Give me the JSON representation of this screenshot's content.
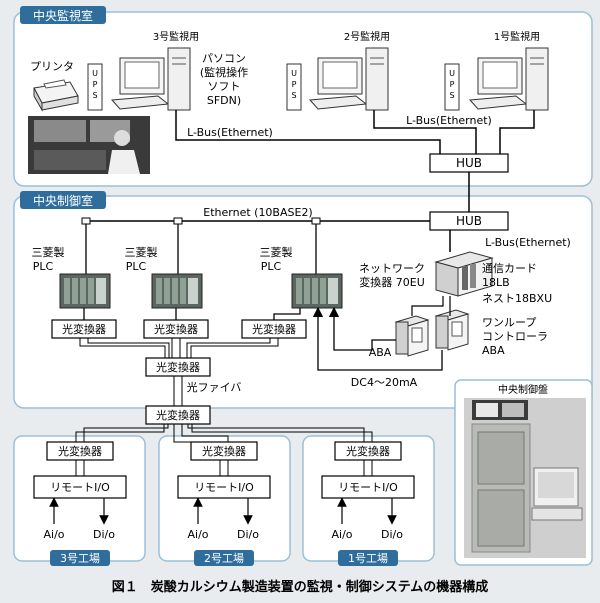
{
  "rooms": {
    "monitor": "中央監視室",
    "control": "中央制御室"
  },
  "pcs": {
    "pc3_label": "3号監視用",
    "pc2_label": "2号監視用",
    "pc1_label": "1号監視用",
    "pc_desc": [
      "パソコン",
      "(監視操作",
      "ソフト",
      "SFDN)"
    ]
  },
  "ups": "UPS",
  "printer": "プリンタ",
  "network": {
    "lbus_upper_left": "L-Bus(Ethernet)",
    "lbus_upper_right": "L-Bus(Ethernet)",
    "hub": "HUB",
    "ethernet": "Ethernet (10BASE2)",
    "lbus_lower": "L-Bus(Ethernet)"
  },
  "plc": {
    "maker": "三菱製",
    "name": "PLC"
  },
  "converter": "光変換器",
  "fiber": "光ファイバ",
  "netconv": [
    "ネットワーク",
    "変換器 70EU"
  ],
  "comcard": [
    "通信カード",
    "18LB",
    "ネスト18BXU"
  ],
  "oneloop": [
    "ワンループ",
    "コントローラ",
    "ABA"
  ],
  "aba": "ABA",
  "dc": "DC4〜20mA",
  "panel": "中央制御盤",
  "remote": "リモートI/O",
  "io": {
    "ai": "Ai/o",
    "di": "Di/o"
  },
  "factories": {
    "f3": "3号工場",
    "f2": "2号工場",
    "f1": "1号工場"
  },
  "caption": "図１　炭酸カルシウム製造装置の監視・制御システムの機器構成"
}
